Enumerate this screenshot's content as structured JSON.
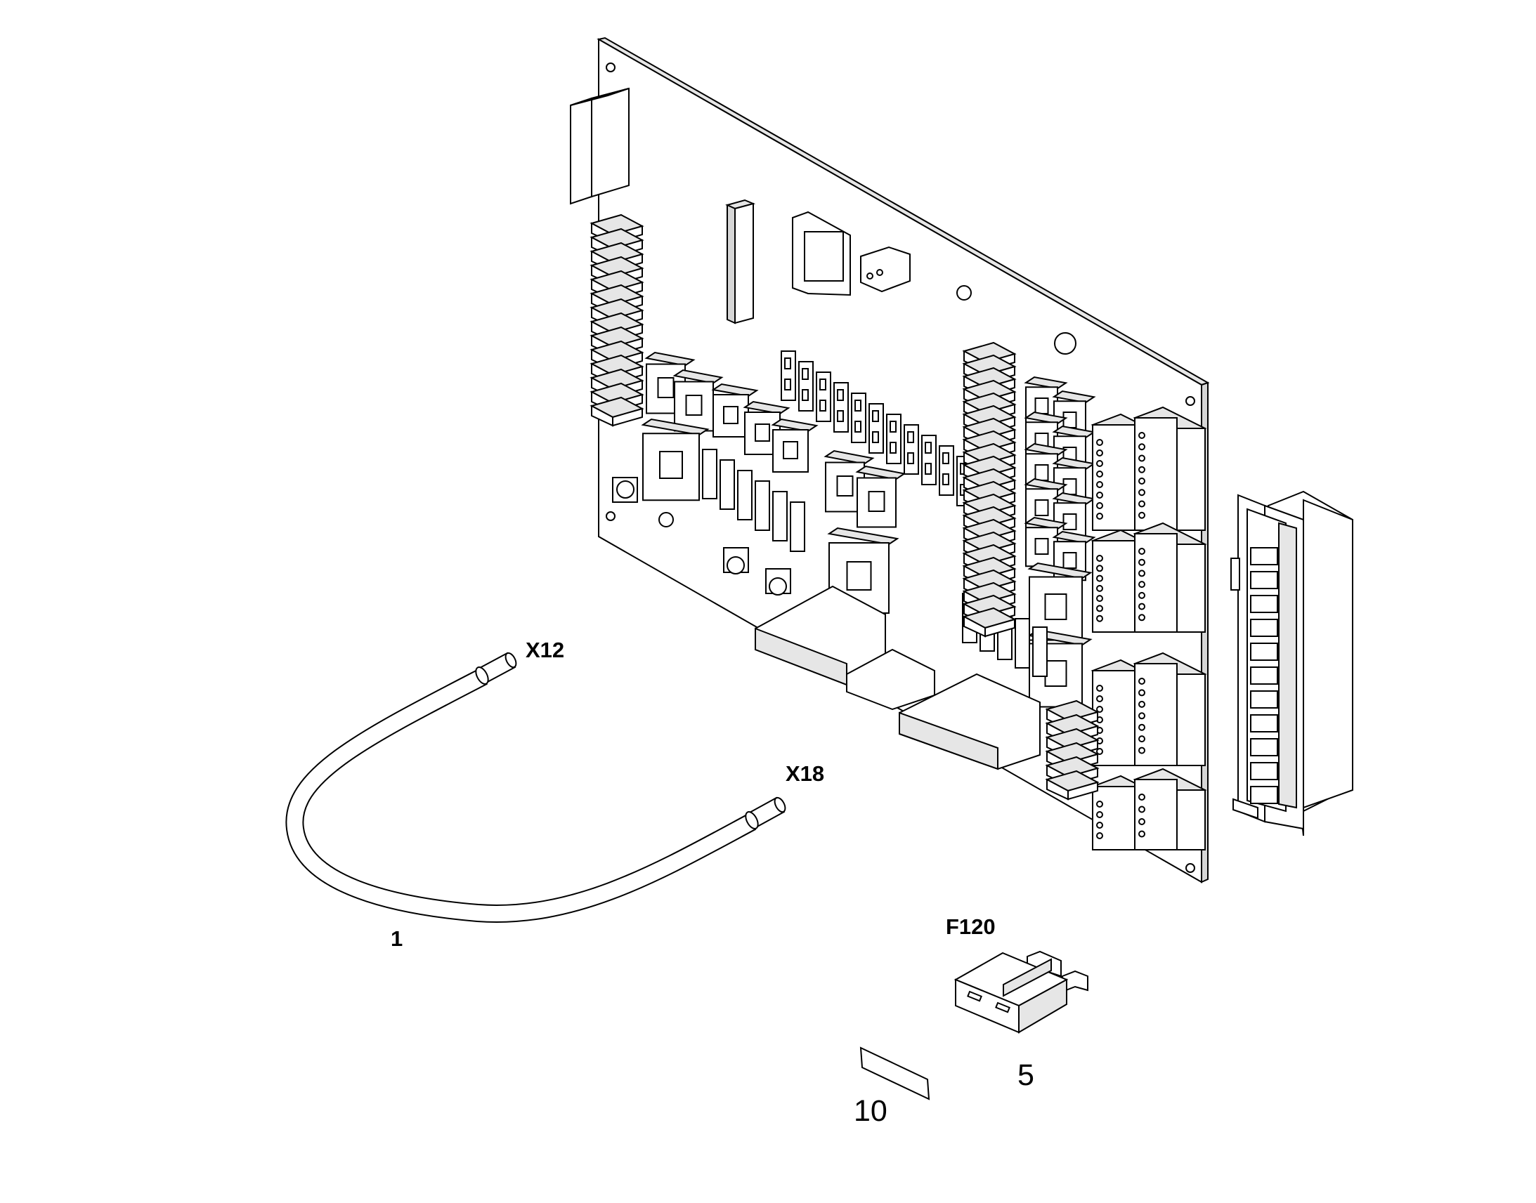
{
  "diagram": {
    "labels": {
      "cable_end_a": "X12",
      "cable_end_b": "X18",
      "cable_item": "1",
      "fuse_ref": "F120",
      "fuse_item": "5",
      "label_item": "10"
    },
    "colors": {
      "line": "#000000",
      "part_fill": "#ffffff",
      "shade": "#d6d6d6",
      "background": "#ffffff"
    }
  }
}
